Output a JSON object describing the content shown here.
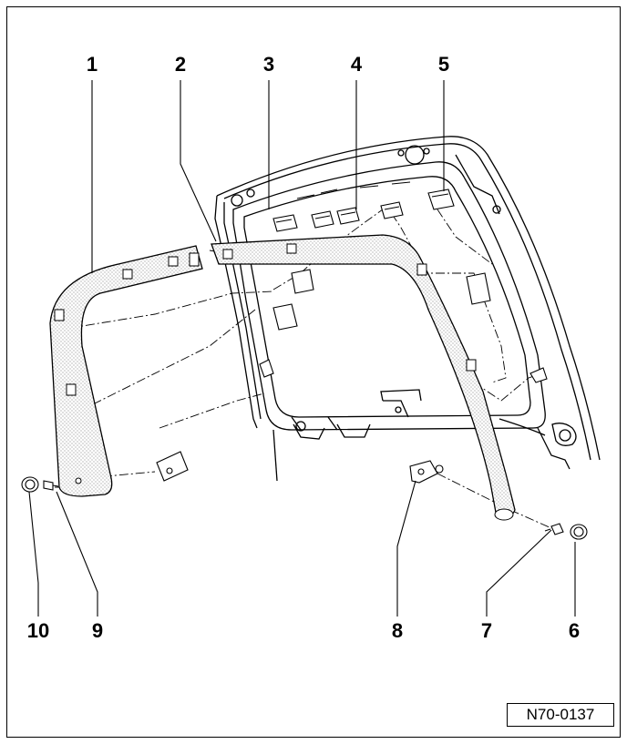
{
  "callouts": {
    "c1": "1",
    "c2": "2",
    "c3": "3",
    "c4": "4",
    "c5": "5",
    "c6": "6",
    "c7": "7",
    "c8": "8",
    "c9": "9",
    "c10": "10"
  },
  "figure_id": "N70-0137"
}
